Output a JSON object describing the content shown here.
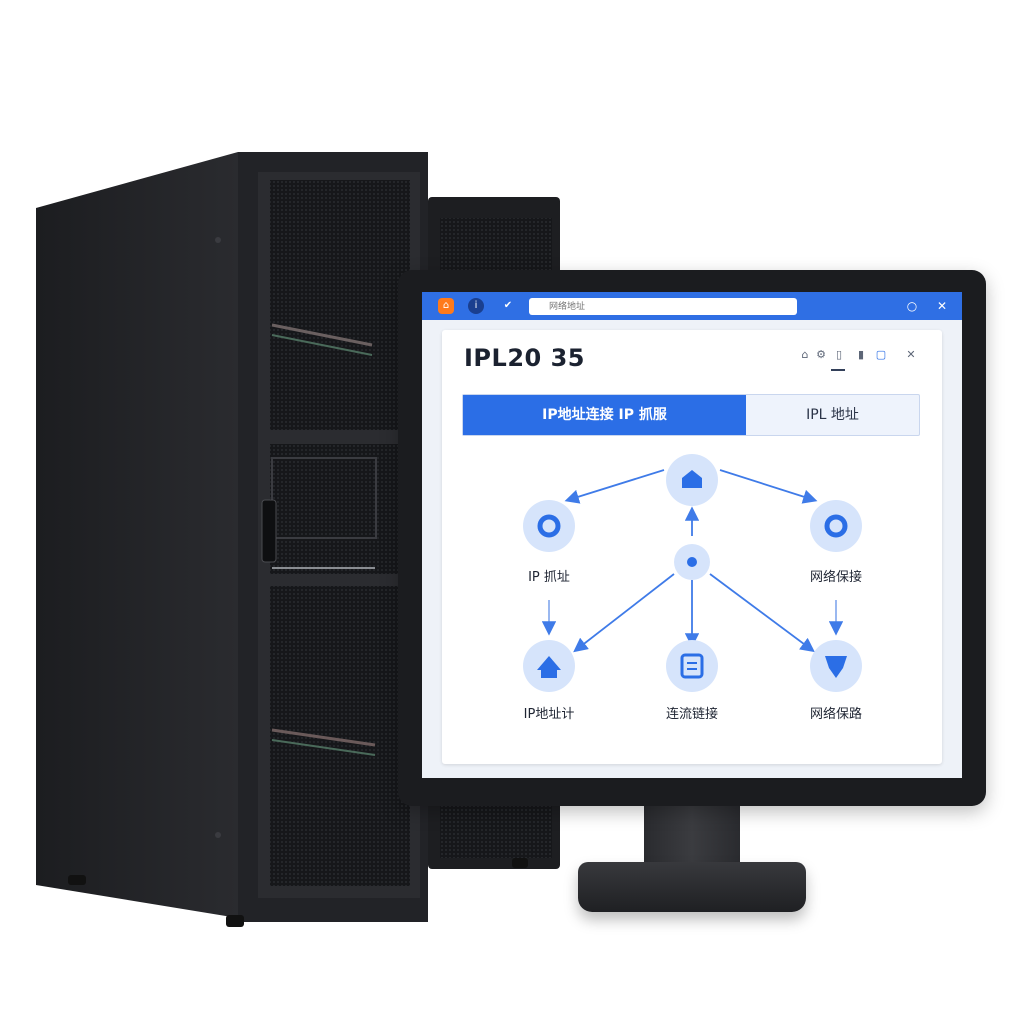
{
  "app": {
    "title_bar": {
      "search": {
        "placeholder": "网络地址"
      },
      "close_glyph": "✕"
    },
    "window": {
      "title": "IPL20 35",
      "tabs": [
        {
          "label": "IP地址连接  IP 抓服",
          "active": true
        },
        {
          "label": "IPL 地址",
          "active": false
        }
      ],
      "diagram": {
        "nodes": [
          {
            "id": "top",
            "label": "",
            "icon": "upload-icon"
          },
          {
            "id": "left-top",
            "label": "IP 抓址",
            "icon": "location-icon"
          },
          {
            "id": "right-top",
            "label": "网络保接",
            "icon": "ring-icon"
          },
          {
            "id": "hub",
            "label": "",
            "icon": "dot-icon"
          },
          {
            "id": "left-bottom",
            "label": "IP地址计",
            "icon": "home-icon"
          },
          {
            "id": "center-bottom",
            "label": "连流链接",
            "icon": "document-icon"
          },
          {
            "id": "right-bottom",
            "label": "网络保路",
            "icon": "shield-icon"
          }
        ]
      }
    }
  },
  "colors": {
    "accent": "#2b6ee6",
    "title_bar": "#2f6fe4",
    "node_fill": "#d6e4fb",
    "arrow": "#3f7be8"
  }
}
